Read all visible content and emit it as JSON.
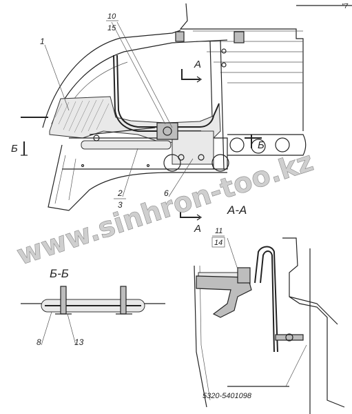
{
  "callouts": {
    "c1": "1",
    "c2": "2",
    "c3": "3",
    "c6": "6",
    "c8": "8",
    "c10": "10",
    "c11": "11",
    "c13": "13",
    "c14": "14",
    "c15": "15"
  },
  "section_marks": {
    "a_top": "А",
    "a_bottom": "А",
    "b_left": "Б",
    "b_right": "Б",
    "section_aa": "А-А",
    "section_bb": "Б-Б"
  },
  "part_number": "5320-5401098",
  "watermark": "www.sinhron-too.kz",
  "corner_mark": "\"7"
}
